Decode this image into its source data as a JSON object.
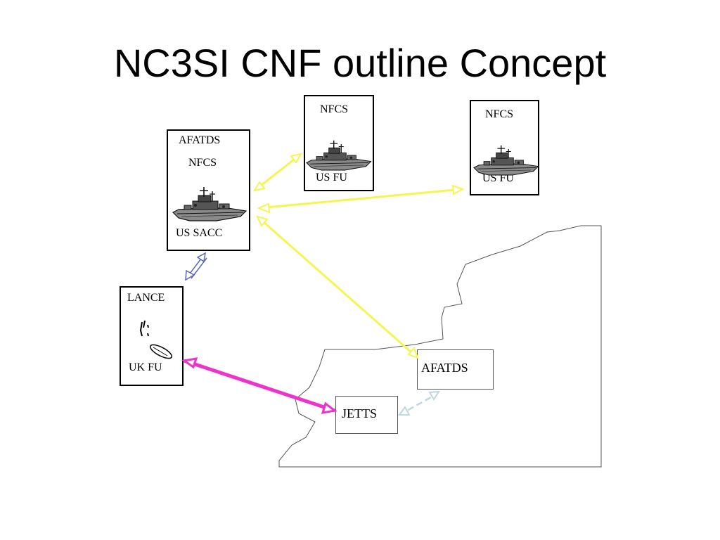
{
  "title": "NC3SI CNF outline Concept",
  "nodes": {
    "sacc": {
      "label_top": "AFATDS",
      "label_mid": "NFCS",
      "label_bottom": "US SACC",
      "icon": "warship-icon"
    },
    "fu1": {
      "label_top": "NFCS",
      "label_bottom": "US  FU",
      "icon": "warship-icon"
    },
    "fu2": {
      "label_top": "NFCS",
      "label_bottom": "US  FU",
      "icon": "warship-icon"
    },
    "lance": {
      "label_top": "LANCE",
      "label_bottom": "UK  FU",
      "icon": "patrol-boat-icon"
    },
    "afatds": {
      "label": "AFATDS"
    },
    "jetts": {
      "label": "JETTS"
    }
  },
  "colors": {
    "yellow_link": "#f5f550",
    "magenta_link": "#ee33cc",
    "blue_link": "#5566bb",
    "lightblue_link": "#bcd8e0",
    "coastline": "#555555"
  }
}
